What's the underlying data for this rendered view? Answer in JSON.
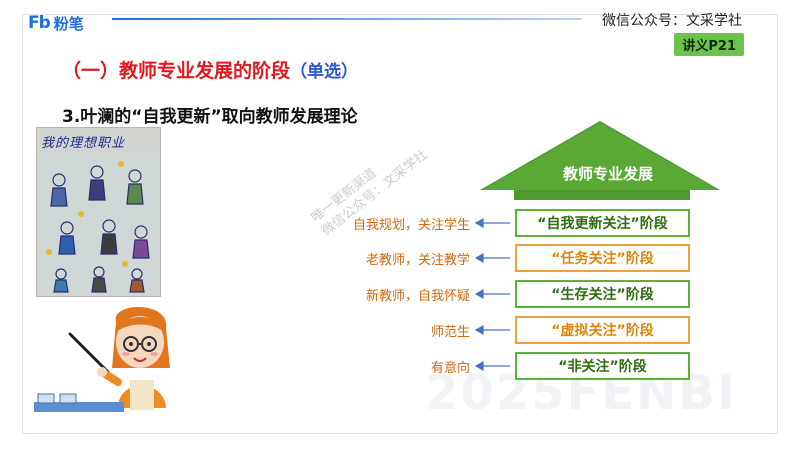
{
  "header": {
    "logo_mark": "Fb",
    "logo_text": "粉笔",
    "wechat": "微信公众号：文采学社",
    "page_ref": "讲义P21"
  },
  "section_title": "（一）教师专业发展的阶段",
  "section_tag": "（单选）",
  "subtitle": "3.叶澜的“自我更新”取向教师发展理论",
  "photo_title": "我的理想职业",
  "diagram": {
    "arrow_label": "教师专业发展",
    "stages": [
      {
        "name": "“自我更新关注”阶段",
        "desc": "自我规划，关注学生",
        "color": "#5cb238"
      },
      {
        "name": "“任务关注”阶段",
        "desc": "老教师，关注教学",
        "color": "#f0a23a"
      },
      {
        "name": "“生存关注”阶段",
        "desc": "新教师，自我怀疑",
        "color": "#5cb238"
      },
      {
        "name": "“虚拟关注”阶段",
        "desc": "师范生",
        "color": "#f0a23a"
      },
      {
        "name": "“非关注”阶段",
        "desc": "有意向",
        "color": "#5cb238"
      }
    ]
  },
  "watermark": {
    "big": "2025FENBI",
    "diag_line1": "唯一更新渠道",
    "diag_line2": "微信公众号：文采学社"
  }
}
